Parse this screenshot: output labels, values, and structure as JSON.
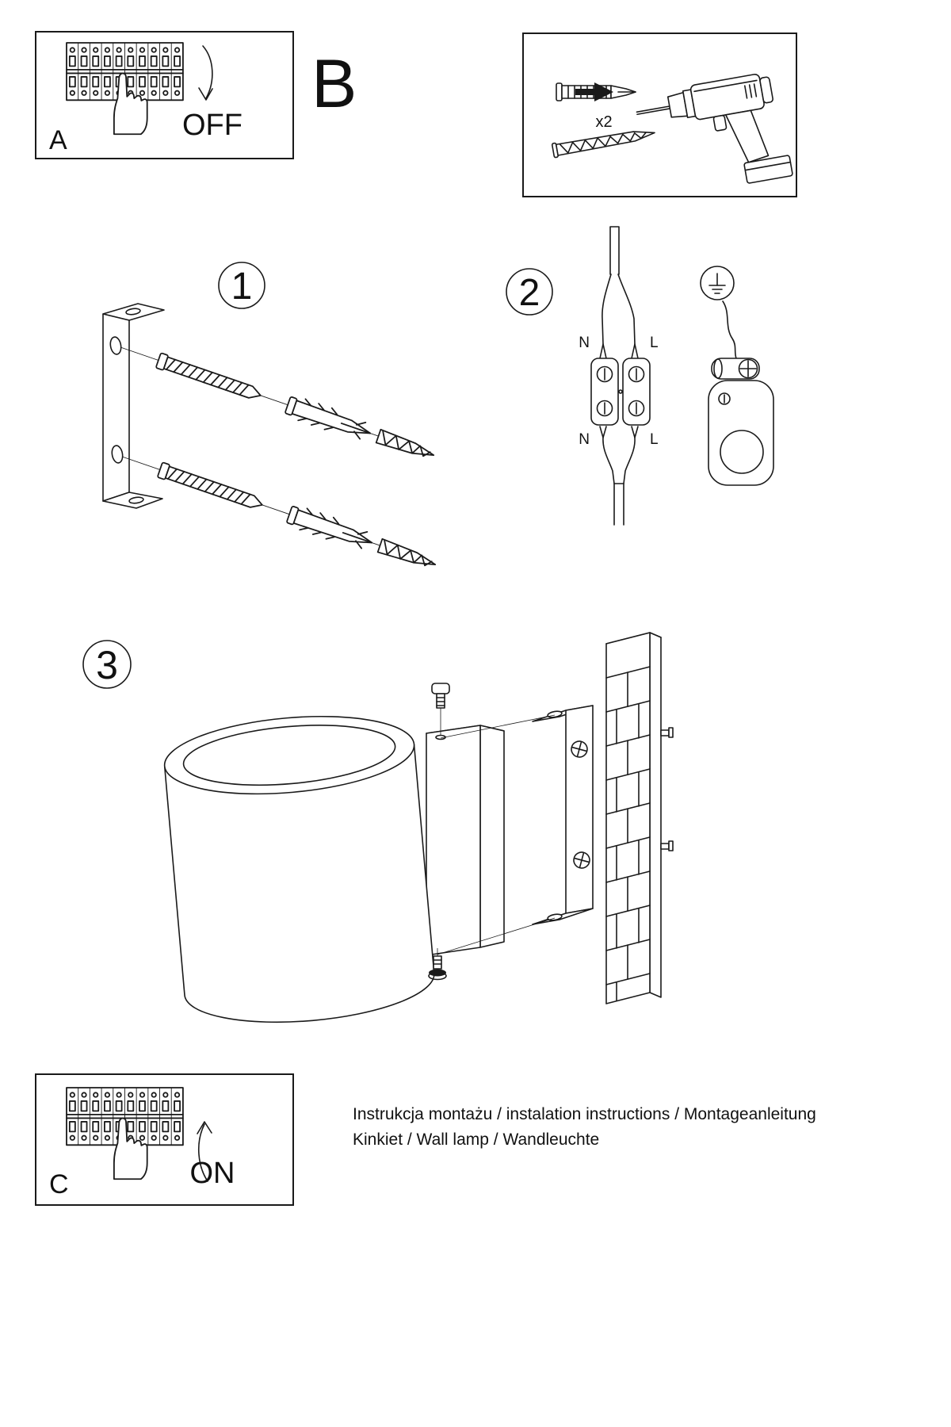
{
  "panel_a": {
    "letter": "A",
    "state_label": "OFF"
  },
  "section_b": {
    "letter": "B",
    "dowel_count": "x2"
  },
  "step_1": {
    "number": "1"
  },
  "step_2": {
    "number": "2",
    "wire_top_left": "N",
    "wire_top_right": "L",
    "wire_bottom_left": "N",
    "wire_bottom_right": "L"
  },
  "step_3": {
    "number": "3"
  },
  "panel_c": {
    "letter": "C",
    "state_label": "ON"
  },
  "footer": {
    "line1": "Instrukcja montażu / instalation instructions / Montageanleitung",
    "line2": "Kinkiet / Wall lamp / Wandleuchte"
  }
}
